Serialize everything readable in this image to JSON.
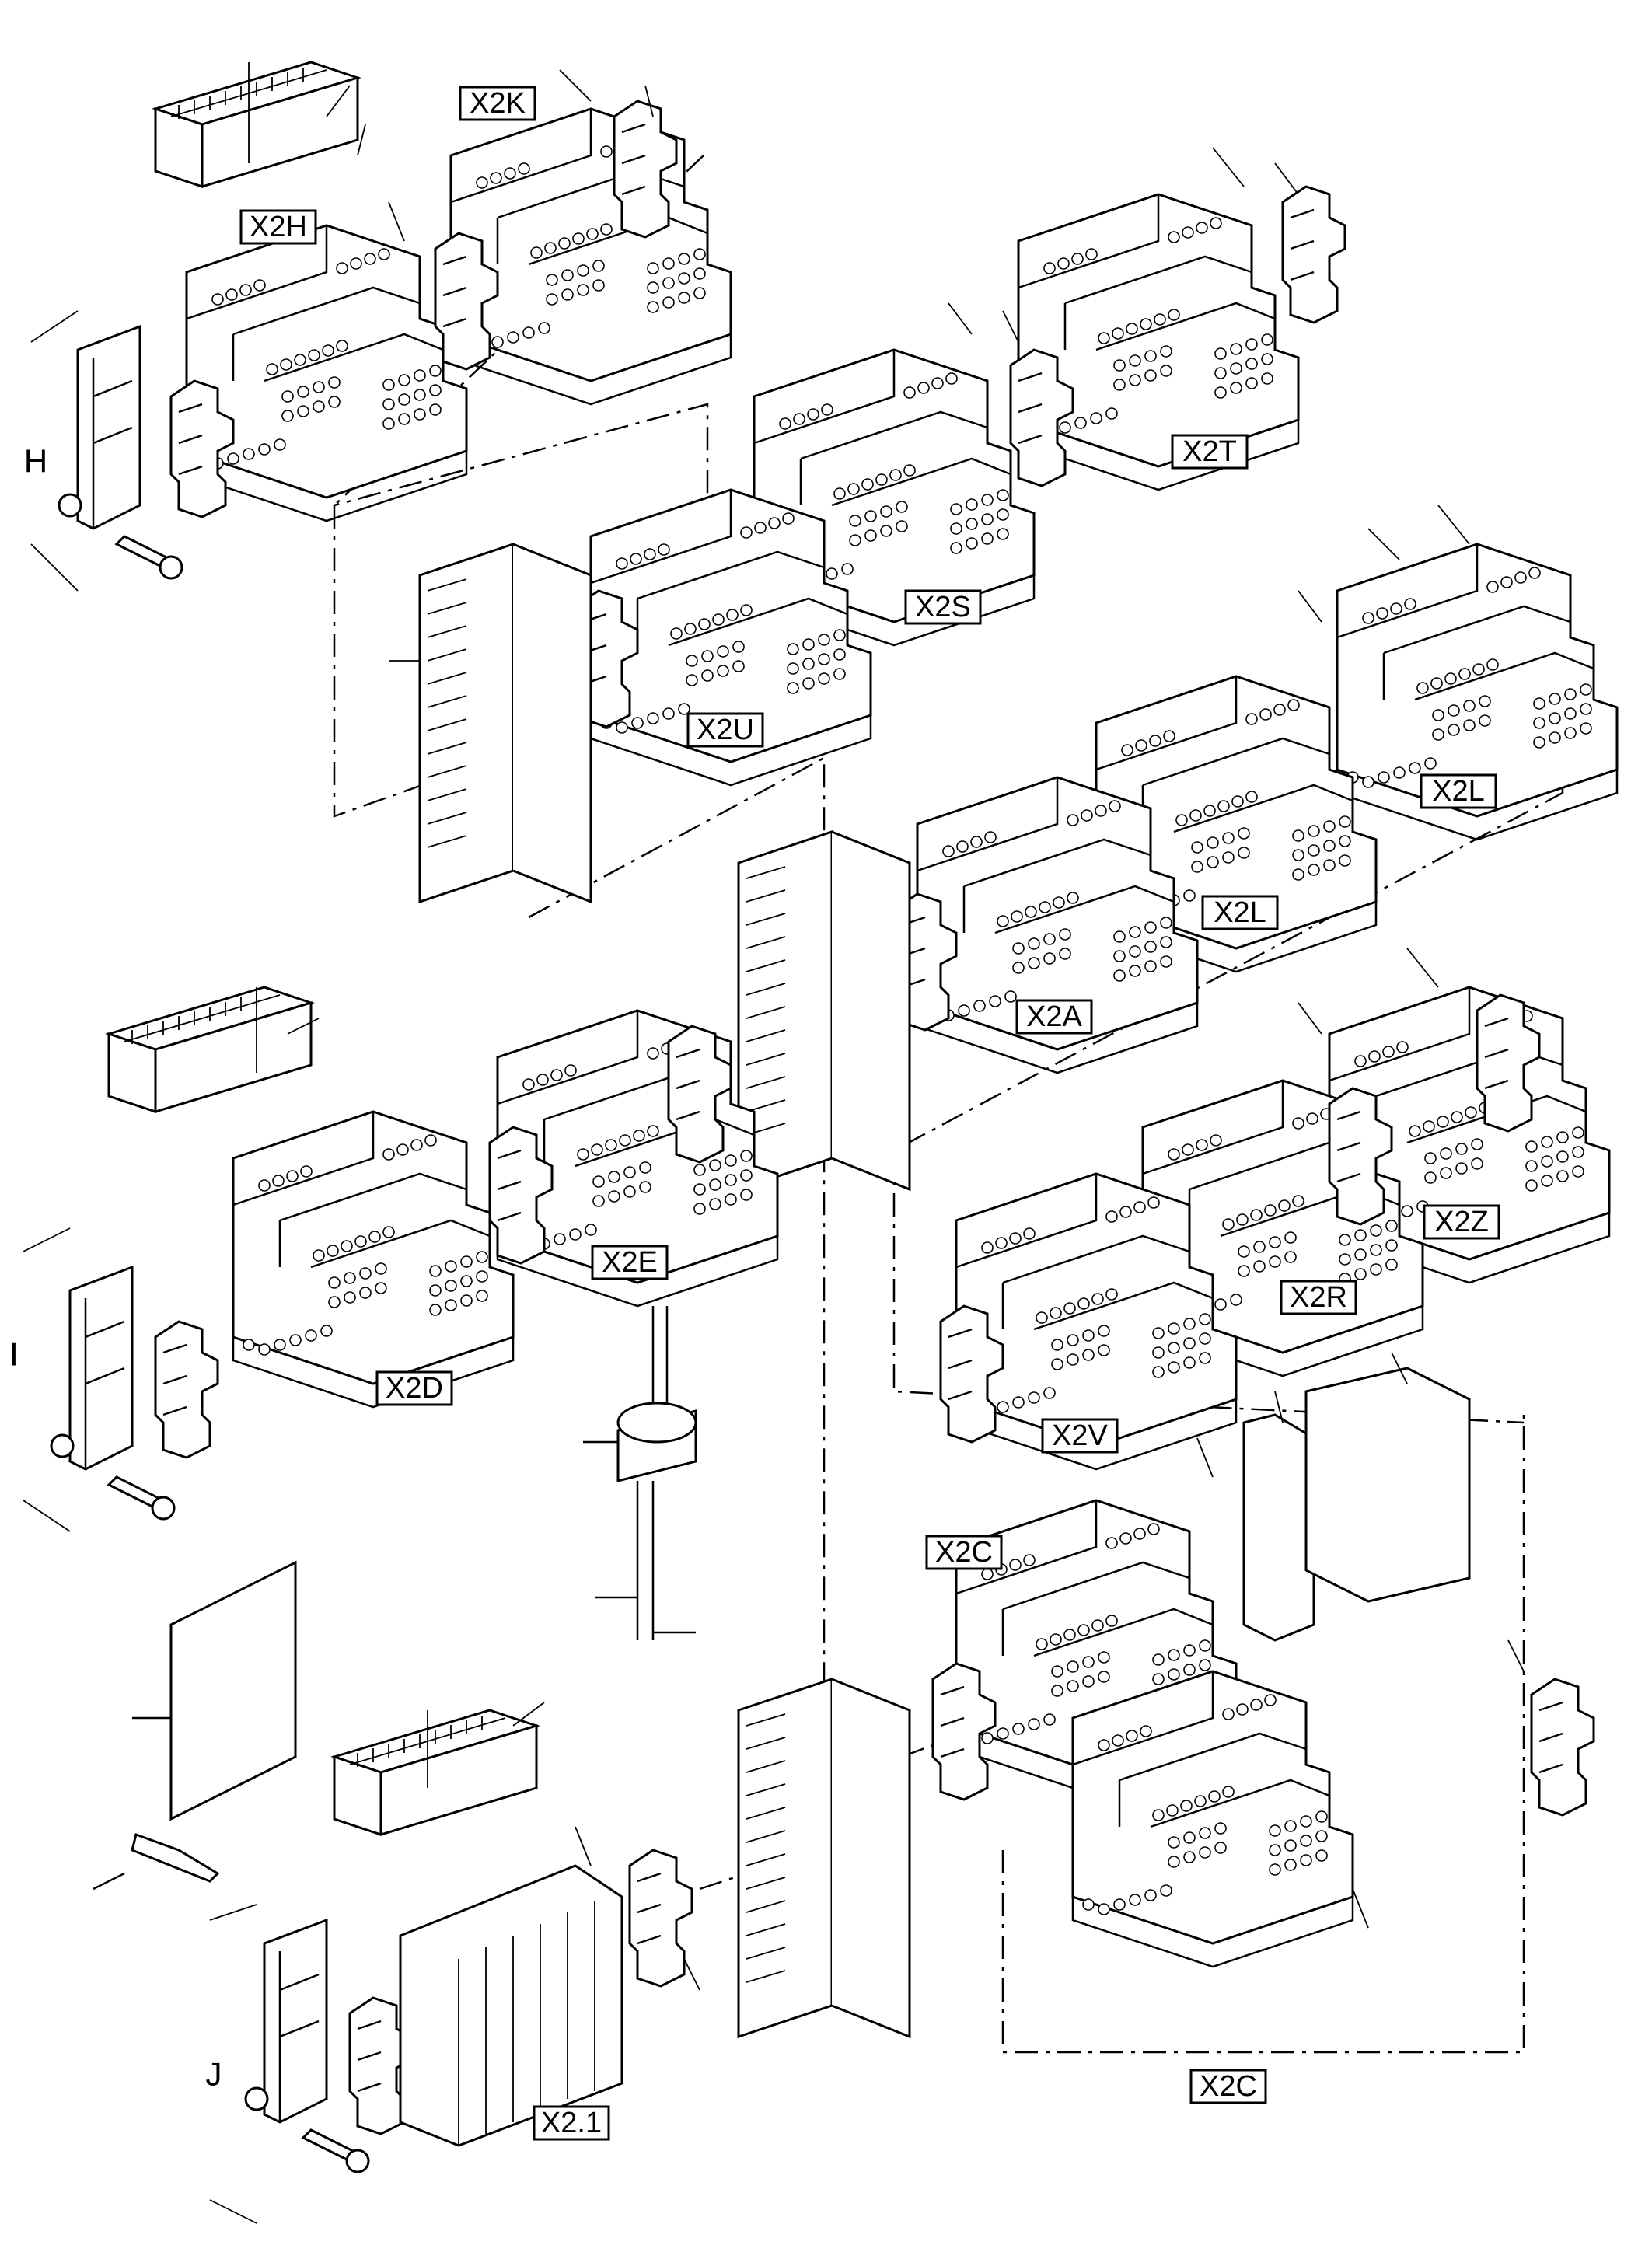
{
  "labels": {
    "x2h": "X2H",
    "x2k": "X2K",
    "x2t": "X2T",
    "x2s": "X2S",
    "x2u": "X2U",
    "x2l_upper": "X2L",
    "x2l_lower": "X2L",
    "x2a": "X2A",
    "x2e": "X2E",
    "x2d": "X2D",
    "x2z": "X2Z",
    "x2r": "X2R",
    "x2v": "X2V",
    "x2c_upper": "X2C",
    "x2c_lower": "X2C",
    "x21": "X2.1"
  },
  "letters": {
    "h": "H",
    "i": "I",
    "j": "J"
  }
}
